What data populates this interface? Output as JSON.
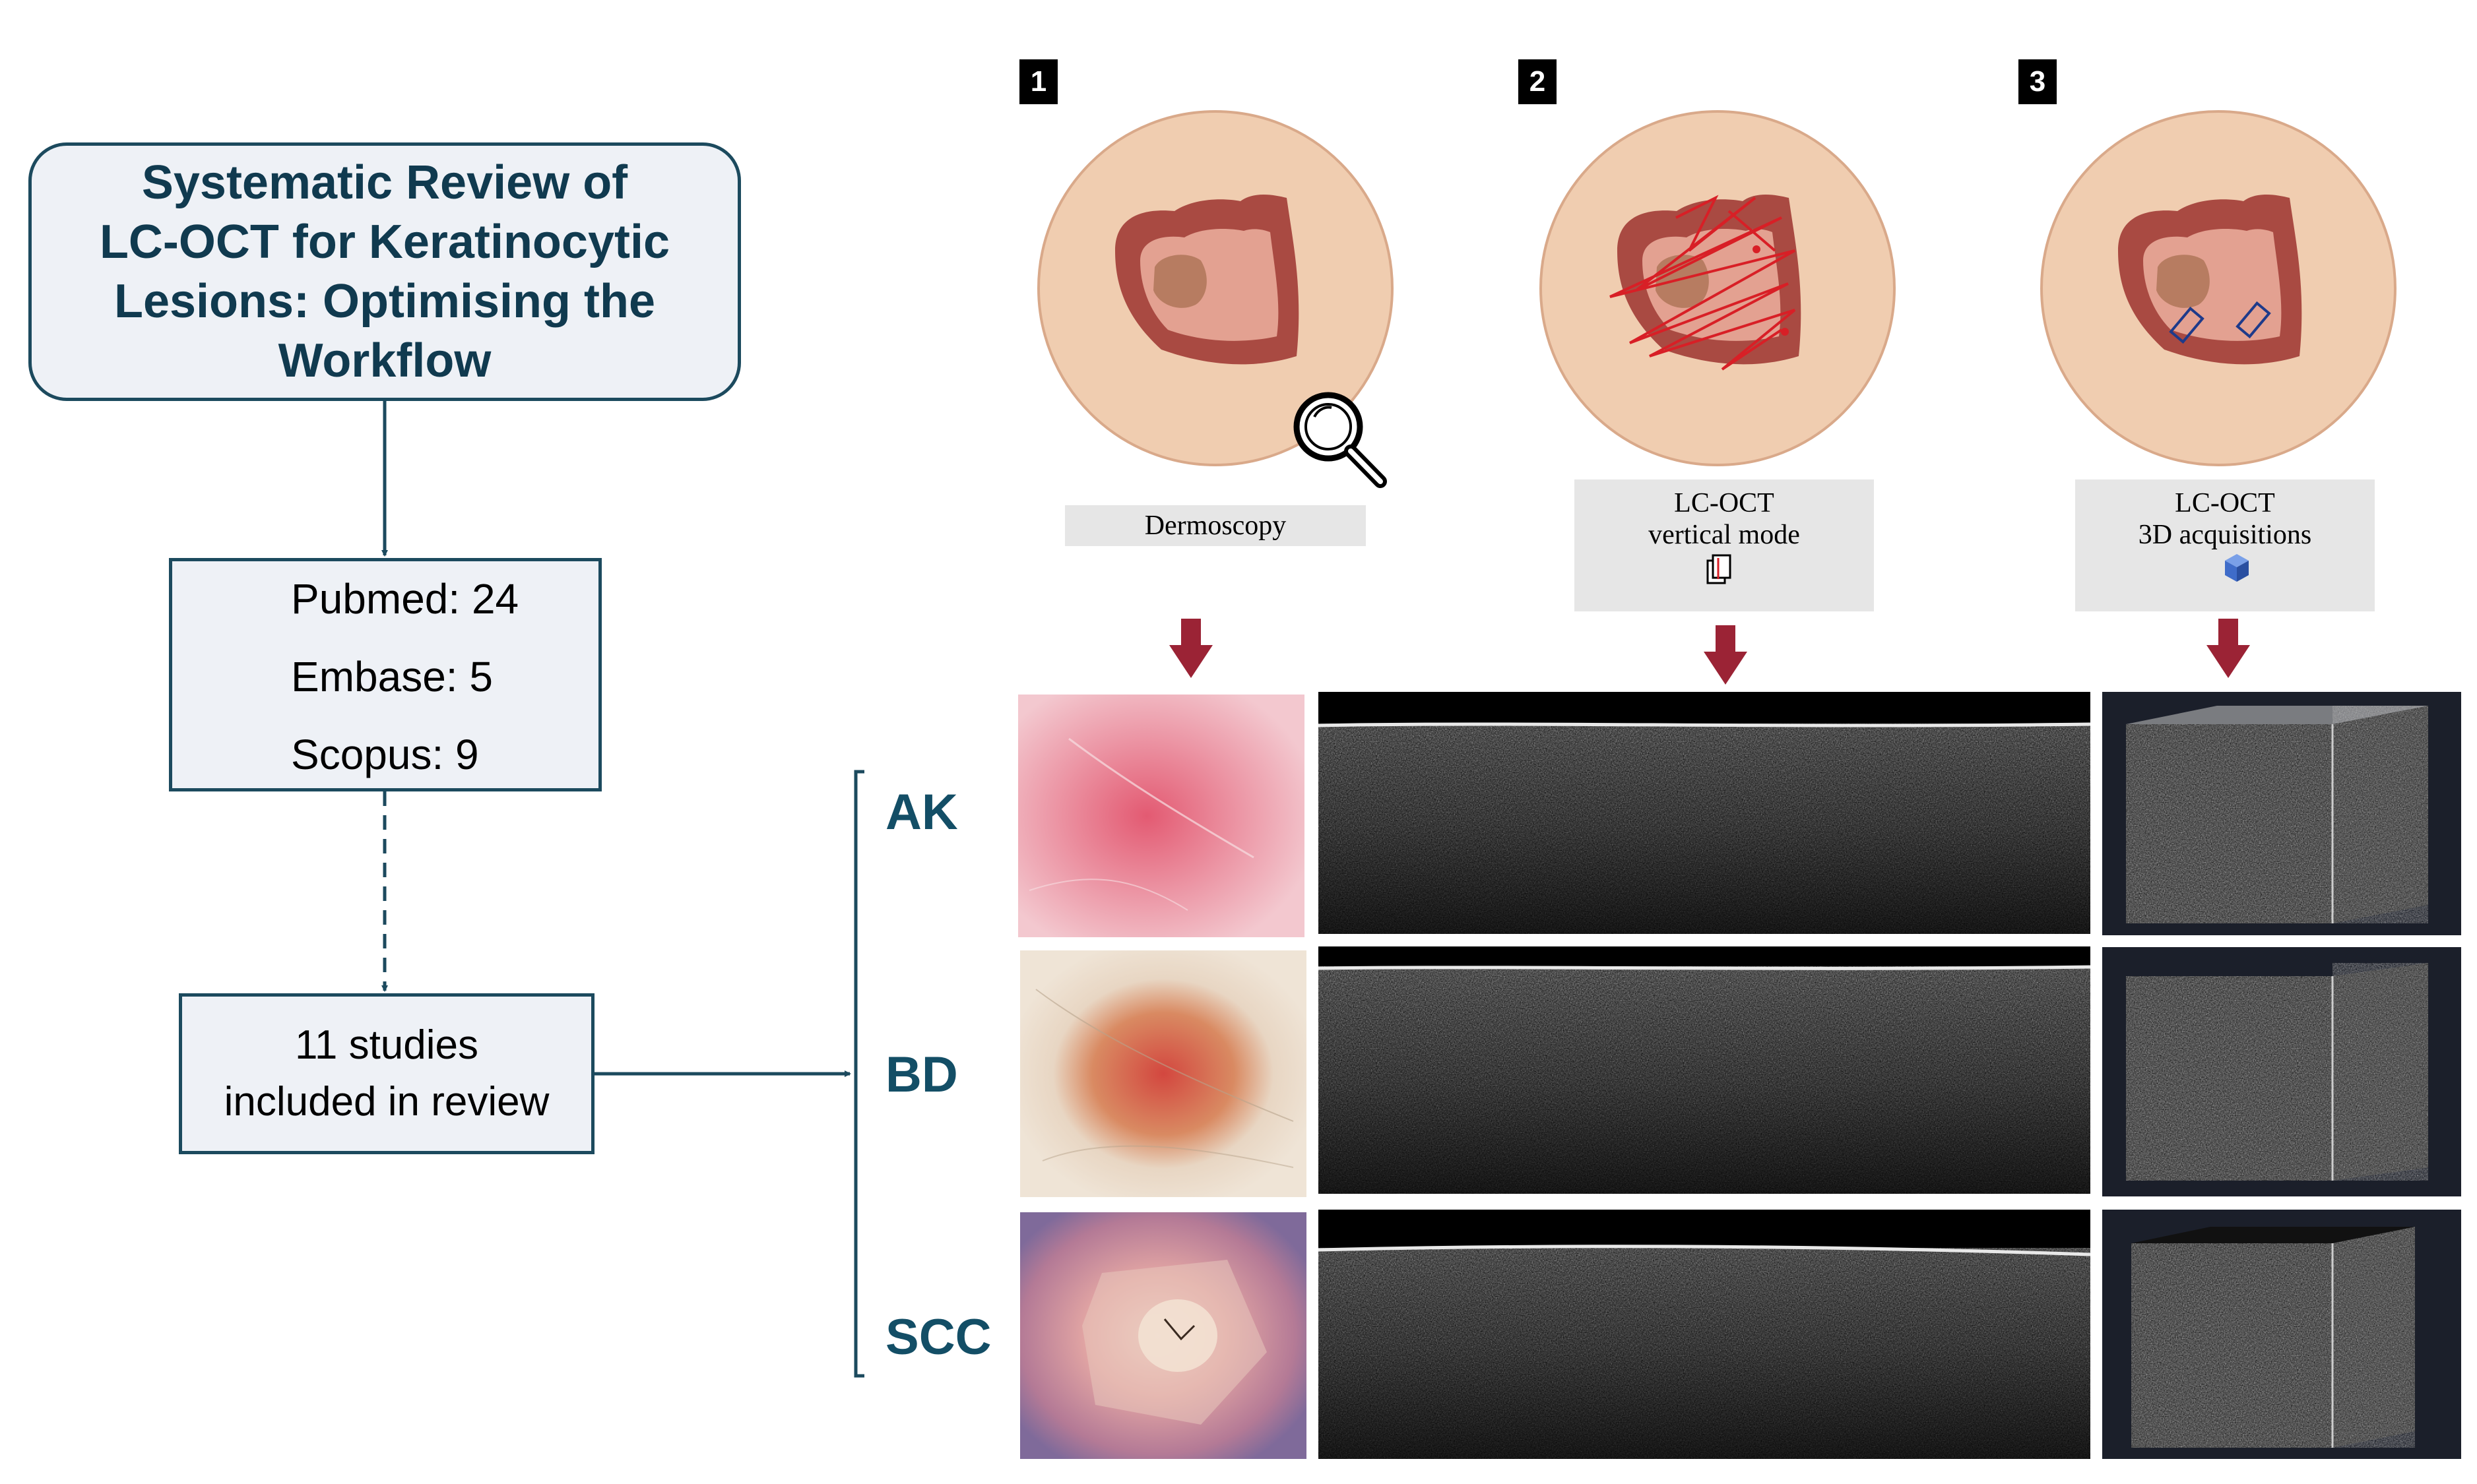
{
  "title": "Systematic Review of\nLC-OCT for Keratinocytic\nLesions: Optimising the\nWorkflow",
  "databases": [
    "Pubmed: 24",
    "Embase: 5",
    "Scopus: 9"
  ],
  "studies": [
    "11 studies",
    "included in review"
  ],
  "lesion_types": [
    "AK",
    "BD",
    "SCC"
  ],
  "steps": [
    {
      "number": "1",
      "label_lines": [
        "Dermoscopy"
      ],
      "icon": "magnifying-glass-icon"
    },
    {
      "number": "2",
      "label_lines": [
        "LC-OCT",
        "vertical mode"
      ],
      "icon": "vertical-slice-icon"
    },
    {
      "number": "3",
      "label_lines": [
        "LC-OCT",
        "3D acquisitions"
      ],
      "icon": "cube-icon"
    }
  ],
  "colors": {
    "box_border": "#1c4a5e",
    "box_fill": "#eef1f6",
    "label_text": "#134e66",
    "arrow_down": "#9b2335",
    "skin": "#f0cdb0",
    "lesion_outer": "#a94a42",
    "lesion_inner": "#e3a191",
    "lesion_core": "#b77c61",
    "scan_red": "#d81f26",
    "cube_blue": "#3f6cc9"
  }
}
